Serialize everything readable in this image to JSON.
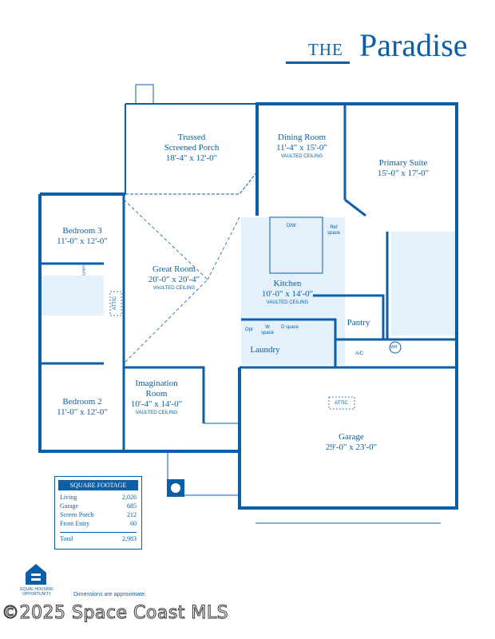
{
  "title": {
    "prefix": "THE",
    "name": "Paradise"
  },
  "rooms": {
    "porch": {
      "name1": "Trussed",
      "name2": "Screened Porch",
      "dims": "18'-4\" x 12'-0\""
    },
    "dining": {
      "name": "Dining Room",
      "dims": "11'-4\" x 15'-0\"",
      "note": "VAULTED CEILING"
    },
    "primary": {
      "name": "Primary Suite",
      "dims": "15'-0\" x 17'-0\""
    },
    "bed3": {
      "name": "Bedroom 3",
      "dims": "11'-0\" x 12'-0\""
    },
    "great": {
      "name": "Great Room",
      "dims": "20'-0\" x 20'-4\"",
      "note": "VAULTED CEILING"
    },
    "kitchen": {
      "name": "Kitchen",
      "dims": "10'-0\" x 14'-0\"",
      "note": "VAULTED CEILING"
    },
    "pantry": {
      "name": "Pantry"
    },
    "laundry": {
      "name": "Laundry"
    },
    "imagination": {
      "name1": "Imagination",
      "name2": "Room",
      "dims": "10'-4\" x 14'-0\"",
      "note": "VAULTED CEILING"
    },
    "bed2": {
      "name": "Bedroom 2",
      "dims": "11'-0\" x 12'-0\""
    },
    "garage": {
      "name": "Garage",
      "dims": "29'-0\" x 23'-0\""
    }
  },
  "fixtures": {
    "dw": "D/W",
    "ref": "Ref space",
    "opt": "Opt",
    "w": "W space",
    "d": "D space",
    "ac": "A/C",
    "wh": "WH",
    "attic": "ATTIC",
    "attic_garage": "ATTIC",
    "linen": "Linen"
  },
  "square_footage": {
    "heading": "SQUARE FOOTAGE",
    "rows": [
      {
        "label": "Living",
        "value": "2,026"
      },
      {
        "label": "Garage",
        "value": "685"
      },
      {
        "label": "Screen Porch",
        "value": "212"
      },
      {
        "label": "Front Entry",
        "value": "60"
      }
    ],
    "total": {
      "label": "Total",
      "value": "2,983"
    }
  },
  "footer": {
    "eho": "EQUAL HOUSING OPPORTUNITY",
    "disclaimer": "Dimensions are approximate.",
    "watermark": "©2025 Space Coast MLS"
  }
}
